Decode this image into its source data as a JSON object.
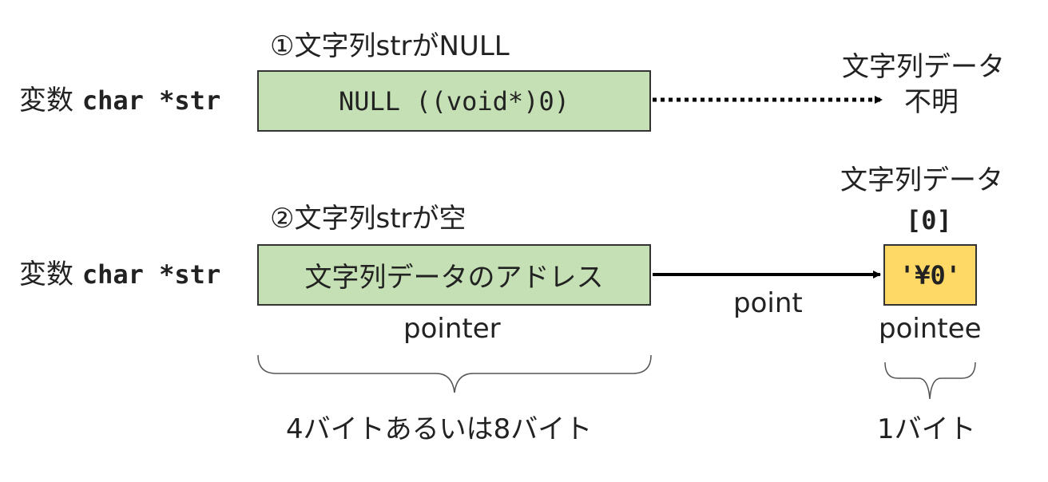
{
  "case_null": {
    "heading": "①文字列strがNULL",
    "var_prefix": "変数",
    "var_code": "char *str",
    "box_value": "NULL ((void*)0)",
    "target_line1": "文字列データ",
    "target_line2": "不明"
  },
  "case_empty": {
    "heading": "②文字列strが空",
    "var_prefix": "変数",
    "var_code": "char *str",
    "box_value": "文字列データのアドレス",
    "pointer_label": "pointer",
    "arrow_label": "point",
    "target_title": "文字列データ",
    "target_index": "[0]",
    "target_value": "'¥0'",
    "pointee_label": "pointee",
    "pointer_size": "4バイトあるいは8バイト",
    "pointee_size": "1バイト"
  },
  "colors": {
    "pointer_fill": "#c5e0b4",
    "pointee_fill": "#ffd966",
    "border": "#333333"
  }
}
